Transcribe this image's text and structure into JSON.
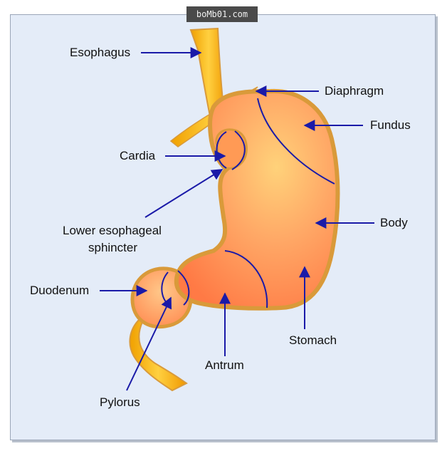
{
  "watermark": "boMb01.com",
  "labels": {
    "esophagus": "Esophagus",
    "diaphragm": "Diaphragm",
    "fundus": "Fundus",
    "cardia": "Cardia",
    "body": "Body",
    "les_line1": "Lower esophageal",
    "les_line2": "sphincter",
    "duodenum": "Duodenum",
    "stomach": "Stomach",
    "antrum": "Antrum",
    "pylorus": "Pylorus"
  },
  "colors": {
    "background": "#e4ecf8",
    "stomach_fill": "#ff8a4a",
    "stomach_highlight": "#ffd27a",
    "tube_fill": "#ffb000",
    "outline": "#d99a3a",
    "arrow": "#1a1aa8"
  }
}
